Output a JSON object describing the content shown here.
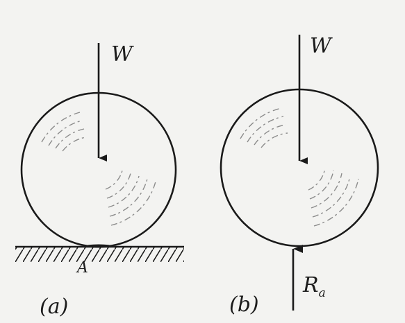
{
  "panel_a": {
    "caption": "(a)",
    "force_label": "W",
    "contact_label": "A"
  },
  "panel_b": {
    "caption": "(b)",
    "force_label": "W",
    "reaction_label": "R",
    "reaction_subscript": "a"
  }
}
